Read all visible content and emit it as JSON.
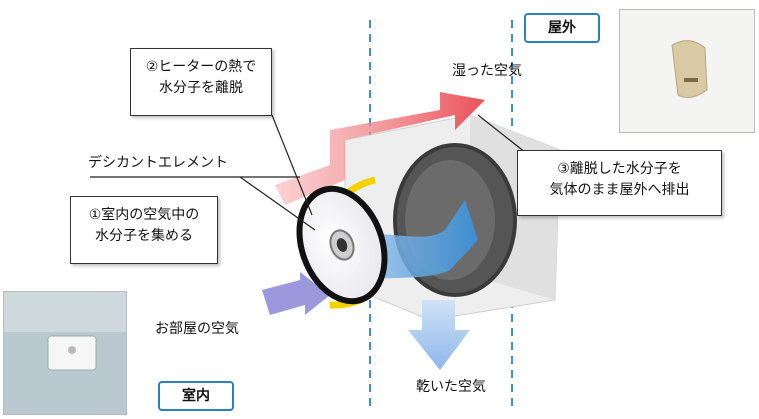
{
  "callouts": {
    "heater": [
      "②ヒーターの熱で",
      "水分子を離脱"
    ],
    "collect": [
      "①室内の空気中の",
      "水分子を集める"
    ],
    "discharge": [
      "③離脱した水分子を",
      "気体のまま屋外へ排出"
    ]
  },
  "labels": {
    "desiccant": "デシカントエレメント",
    "humid_air": "湿った空気",
    "room_air": "お部屋の空気",
    "dry_air": "乾いた空気"
  },
  "tags": {
    "outdoor": "屋外",
    "indoor": "室内"
  },
  "colors": {
    "accent_blue": "#2a7fc1",
    "humid_red": "#e8484f",
    "dry_blue": "#3b8fd6",
    "room_purple": "#8a86d8",
    "heater_yellow": "#f5d100"
  }
}
